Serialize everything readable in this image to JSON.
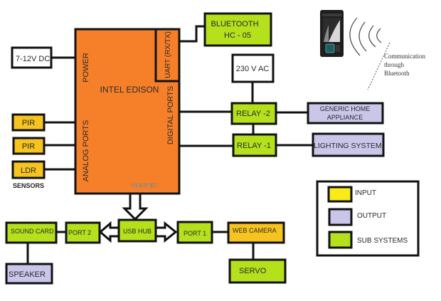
{
  "title": "Intel Edison Home Automation Block Diagram",
  "colors": {
    "input": "#f7c31e",
    "output": "#c9c6ea",
    "subsystem": "#b4e01c",
    "core": "#f6802a",
    "power_box": "#ffffff",
    "stroke": "#111111",
    "legend_input": "#f9ec16"
  },
  "core": {
    "name": "INTEL EDISON",
    "power_label": "POWER",
    "analog_label": "ANALOG PORTS",
    "digital_label": "DIGITAL PORTS",
    "uart_label": "UART (RX/TX)",
    "usb_label": "USB PORT"
  },
  "power": {
    "dc_label": "7-12V DC",
    "ac_label": "230 V AC"
  },
  "bluetooth": {
    "line1": "BLUETOOTH",
    "line2": "HC - 05"
  },
  "sensors": {
    "group_label": "SENSORS",
    "items": [
      "PIR",
      "PIR",
      "LDR"
    ]
  },
  "relays": {
    "relay2": "RELAY -2",
    "relay1": "RELAY -1"
  },
  "outputs": {
    "appliance_line1": "GENERIC HOME",
    "appliance_line2": "APPLIANCE",
    "lighting": "LIGHTING SYSTEM",
    "speaker": "SPEAKER"
  },
  "usb": {
    "hub": "USB HUB",
    "port1": "PORT 1",
    "port2": "PORT 2",
    "sound_card": "SOUND CARD",
    "web_camera": "WEB CAMERA",
    "servo": "SERVO"
  },
  "phone": {
    "icon": "mobile-phone-icon",
    "caption_lines": [
      "Communication",
      "through",
      "Bluetooth"
    ]
  },
  "legend": {
    "items": [
      {
        "label": "INPUT",
        "color_key": "legend_input"
      },
      {
        "label": "OUTPUT",
        "color_key": "output"
      },
      {
        "label": "SUB SYSTEMS",
        "color_key": "subsystem"
      }
    ]
  }
}
